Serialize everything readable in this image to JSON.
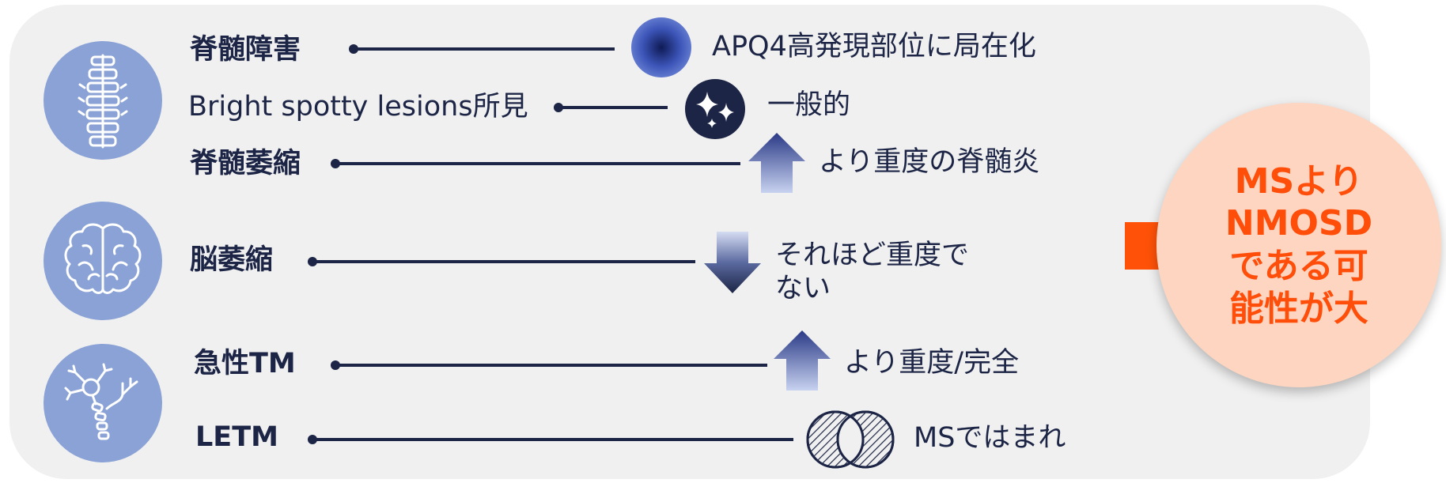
{
  "rows": [
    {
      "label": "脊髄障害",
      "description": "APQ4高発現部位に局在化",
      "icon": "gradient-sphere-icon"
    },
    {
      "label": "Bright spotty lesions所見",
      "description": "一般的",
      "icon": "sparkle-icon"
    },
    {
      "label": "脊髄萎縮",
      "description": "より重度の脊髄炎",
      "icon": "arrow-up-icon"
    },
    {
      "label": "脳萎縮",
      "description": "それほど重度で\nない",
      "icon": "arrow-down-icon"
    },
    {
      "label": "急性TM",
      "description": "より重度/完全",
      "icon": "arrow-up-icon"
    },
    {
      "label": "LETM",
      "description": "MSではまれ",
      "icon": "venn-icon"
    }
  ],
  "category_icons": [
    "spine-icon",
    "brain-icon",
    "neuron-icon"
  ],
  "result": {
    "text": "MSより\nNMOSD\nである可\n能性が大"
  },
  "colors": {
    "panel": "#f0f0f0",
    "category_circle": "#8aa2d6",
    "navy": "#1c2545",
    "accent_arrow": "#ff5208",
    "result_fill": "#fdd5c0",
    "result_text": "#ff4d0a"
  }
}
